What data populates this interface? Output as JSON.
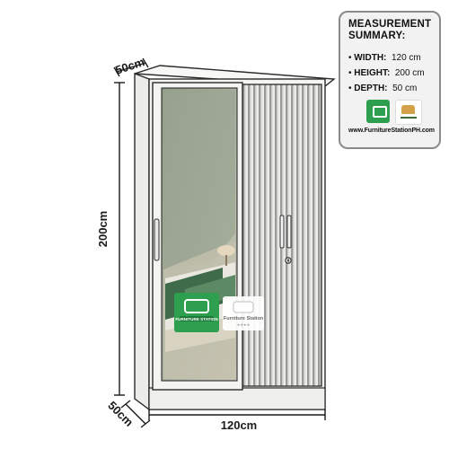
{
  "dimensions": {
    "depth_top": "50cm",
    "height": "200cm",
    "depth_bottom": "50cm",
    "width": "120cm"
  },
  "summary": {
    "title": "MEASUREMENT SUMMARY:",
    "items": [
      {
        "label": "WIDTH:",
        "value": "120 cm"
      },
      {
        "label": "HEIGHT:",
        "value": "200 cm"
      },
      {
        "label": "DEPTH:",
        "value": "50 cm"
      }
    ],
    "website": "www.FurnitureStationPH.com"
  },
  "logos": {
    "brand_green": "FURNITURE STATION",
    "brand_white": "Furniture Station"
  },
  "colors": {
    "cabinet_white": "#f4f4f1",
    "outline": "#2b2b2b",
    "mirror": "#a9aea0",
    "slats": "#b9b9b6",
    "brand_green": "#2e9e4f"
  }
}
